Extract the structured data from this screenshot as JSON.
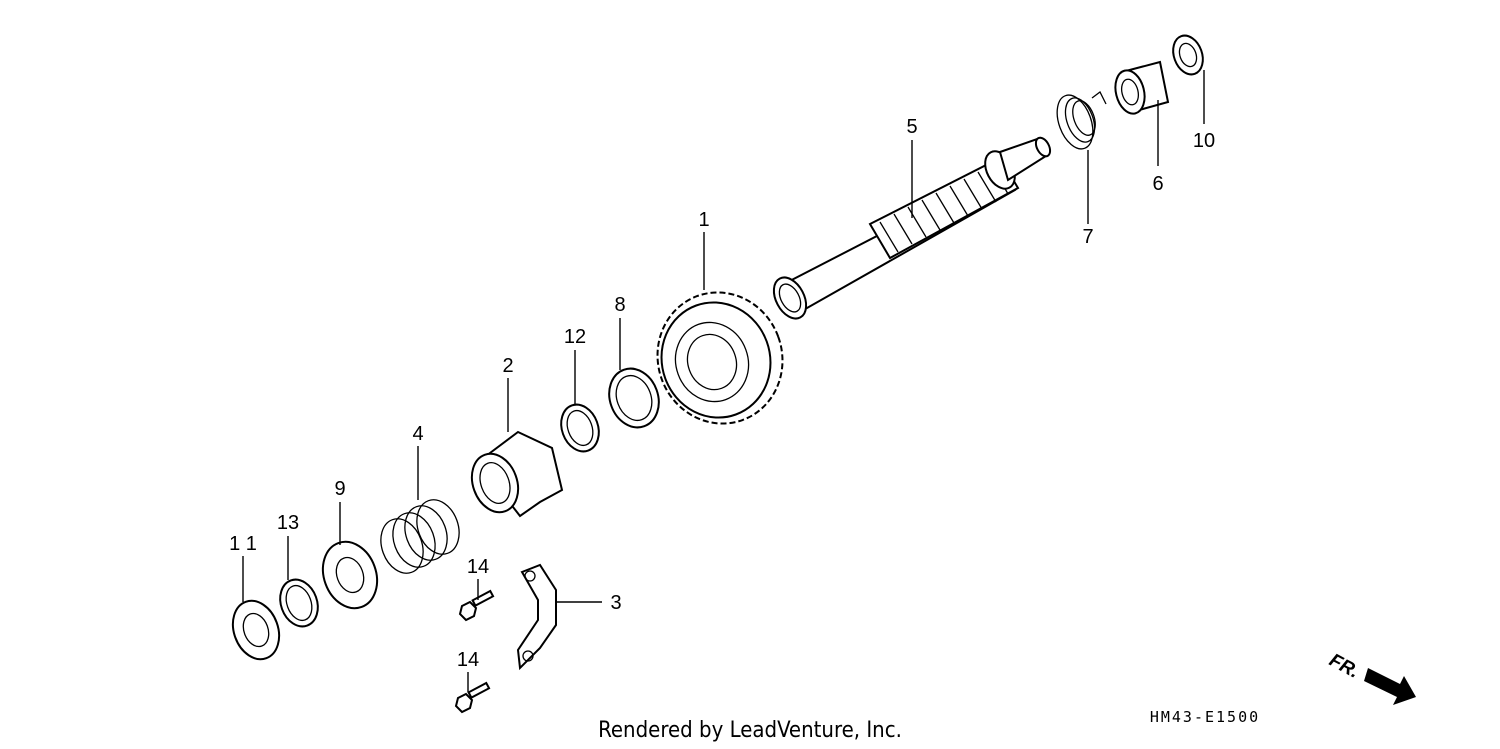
{
  "diagram_code": "HM43-E1500",
  "credit": "Rendered by LeadVenture, Inc.",
  "direction": "FR.",
  "callouts": {
    "c1": "1",
    "c2": "2",
    "c3": "3",
    "c4": "4",
    "c5": "5",
    "c6": "6",
    "c7": "7",
    "c8": "8",
    "c9": "9",
    "c10": "10",
    "c11": "1 1",
    "c12": "12",
    "c13": "13",
    "c14a": "14",
    "c14b": "14"
  }
}
